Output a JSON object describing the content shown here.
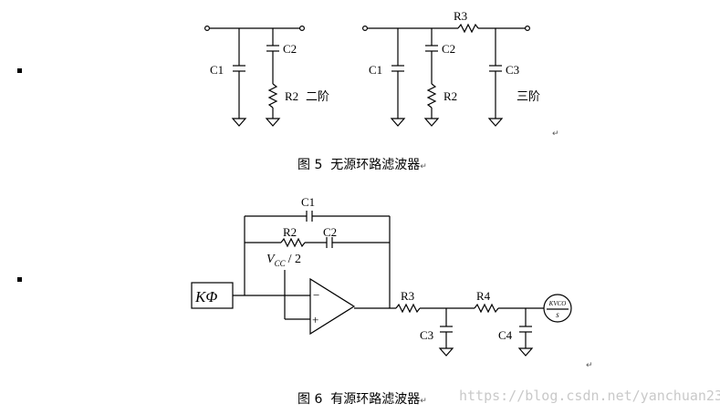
{
  "figure5": {
    "left": {
      "c1": "C1",
      "c2": "C2",
      "r2": "R2",
      "order": "二阶"
    },
    "right": {
      "c1": "C1",
      "c2": "C2",
      "r2": "R2",
      "r3": "R3",
      "c3": "C3",
      "order": "三阶"
    },
    "caption_label": "图 5",
    "caption_text": "无源环路滤波器"
  },
  "figure6": {
    "c1": "C1",
    "r2": "R2",
    "c2": "C2",
    "vcc_base": "V",
    "vcc_sub": "CC",
    "vcc_div": "/ 2",
    "kphi": "KΦ",
    "minus": "−",
    "plus": "+",
    "r3": "R3",
    "c3": "C3",
    "r4": "R4",
    "c4": "C4",
    "kvco_num": "KVCO",
    "kvco_den": "s",
    "caption_label": "图 6",
    "caption_text": "有源环路滤波器"
  },
  "return_mark": "↵",
  "watermark": "https://blog.csdn.net/yanchuan23"
}
